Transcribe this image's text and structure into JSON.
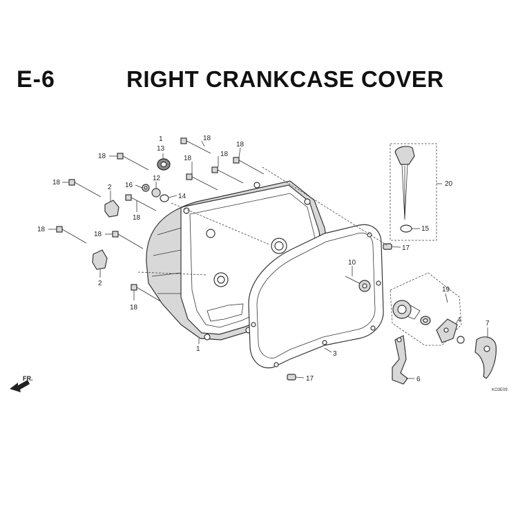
{
  "header": {
    "code": "E-6",
    "title": "RIGHT CRANKCASE COVER"
  },
  "direction_label": "FR.",
  "ref_code": "KO3E09",
  "callouts": [
    {
      "id": "c-1a",
      "text": "1"
    },
    {
      "id": "c-13",
      "text": "13"
    },
    {
      "id": "c-18a",
      "text": "18"
    },
    {
      "id": "c-18b",
      "text": "18"
    },
    {
      "id": "c-18c",
      "text": "18"
    },
    {
      "id": "c-18d",
      "text": "18"
    },
    {
      "id": "c-18e",
      "text": "18"
    },
    {
      "id": "c-18f",
      "text": "18"
    },
    {
      "id": "c-12",
      "text": "12"
    },
    {
      "id": "c-16",
      "text": "16"
    },
    {
      "id": "c-2a",
      "text": "2"
    },
    {
      "id": "c-14",
      "text": "14"
    },
    {
      "id": "c-18g",
      "text": "18"
    },
    {
      "id": "c-18h",
      "text": "18"
    },
    {
      "id": "c-18i",
      "text": "18"
    },
    {
      "id": "c-18j",
      "text": "18"
    },
    {
      "id": "c-2b",
      "text": "2"
    },
    {
      "id": "c-18k",
      "text": "18"
    },
    {
      "id": "c-20",
      "text": "20"
    },
    {
      "id": "c-15",
      "text": "15"
    },
    {
      "id": "c-17a",
      "text": "17"
    },
    {
      "id": "c-10",
      "text": "10"
    },
    {
      "id": "c-19",
      "text": "19"
    },
    {
      "id": "c-4",
      "text": "4"
    },
    {
      "id": "c-7",
      "text": "7"
    },
    {
      "id": "c-1b",
      "text": "1"
    },
    {
      "id": "c-3",
      "text": "3"
    },
    {
      "id": "c-6",
      "text": "6"
    },
    {
      "id": "c-17b",
      "text": "17"
    }
  ]
}
